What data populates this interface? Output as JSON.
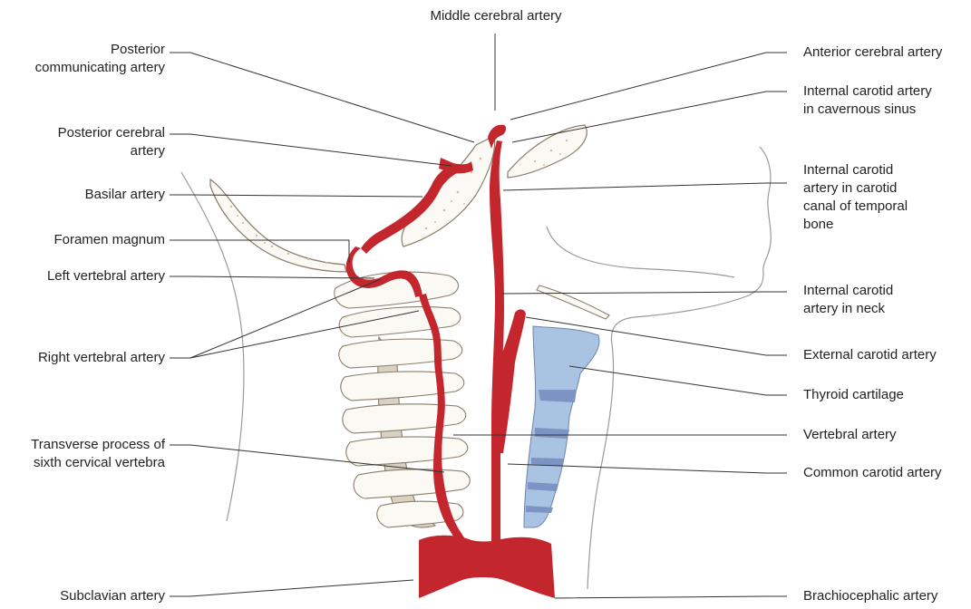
{
  "labels": {
    "middle_cerebral": "Middle cerebral artery",
    "post_comm_1": "Posterior",
    "post_comm_2": "communicating artery",
    "ant_cerebral": "Anterior cerebral artery",
    "ica_cav_1": "Internal carotid artery",
    "ica_cav_2": "in cavernous sinus",
    "post_cer_1": "Posterior cerebral",
    "post_cer_2": "artery",
    "basilar": "Basilar artery",
    "ica_canal_1": "Internal carotid",
    "ica_canal_2": "artery in carotid",
    "ica_canal_3": "canal of temporal",
    "ica_canal_4": "bone",
    "foramen": "Foramen magnum",
    "left_vert": "Left vertebral artery",
    "ica_neck_1": "Internal carotid",
    "ica_neck_2": "artery in neck",
    "right_vert": "Right vertebral artery",
    "ext_carotid": "External carotid artery",
    "thyroid": "Thyroid cartilage",
    "vertebral": "Vertebral artery",
    "transverse_1": "Transverse process of",
    "transverse_2": "sixth cervical vertebra",
    "common_carotid": "Common carotid artery",
    "subclavian": "Subclavian artery",
    "brachiocephalic": "Brachiocephalic artery"
  },
  "colors": {
    "artery": "#c4262e",
    "bone_outline": "#8a7c6a",
    "bone_fill": "#fbf9f4",
    "bone_shadow": "#d9d2c2",
    "cartilage": "#a9c3e3",
    "cartilage_dark": "#7c93c4",
    "skin": "#9a9a9a",
    "leader": "#333333"
  }
}
